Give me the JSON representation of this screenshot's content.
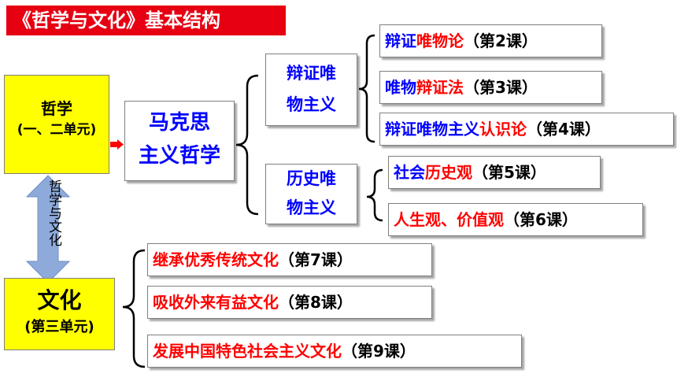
{
  "title": "《哲学与文化》基本结构",
  "philosophy": {
    "label": "哲学",
    "units": "(一、二单元)"
  },
  "culture": {
    "label": "文化",
    "units": "(第三单元)"
  },
  "arrow_text": "哲学与文化",
  "marxism": {
    "line1": "马克思",
    "line2": "主义哲学"
  },
  "dialectical": {
    "line1": "辩证唯",
    "line2": "物主义"
  },
  "historical": {
    "line1": "历史唯",
    "line2": "物主义"
  },
  "lessons": [
    {
      "a": "辩证",
      "b": "唯物论",
      "c": "（第2课）"
    },
    {
      "a": "唯物",
      "b": "辩证法",
      "c": "（第3课）"
    },
    {
      "a": "辩证唯物主义",
      "b": "认识论",
      "c": "（第4课）"
    },
    {
      "a": "社会",
      "b": "历史观",
      "c": "（第5课）"
    },
    {
      "a": "",
      "b": "人生观、价值观",
      "c": "（第6课）"
    },
    {
      "a": "",
      "b": "继承优秀传统文化",
      "c": "（第7课）"
    },
    {
      "a": "",
      "b": "吸收外来有益文化",
      "c": "（第8课）"
    },
    {
      "a": "",
      "b": "发展中国特色社会主义文化",
      "c": "（第9课）"
    }
  ],
  "colors": {
    "title_bg": "#e60012",
    "yellow": "#ffff00",
    "blue": "#0000ff",
    "red": "#ff0000",
    "arrow": "#8eaadb"
  }
}
